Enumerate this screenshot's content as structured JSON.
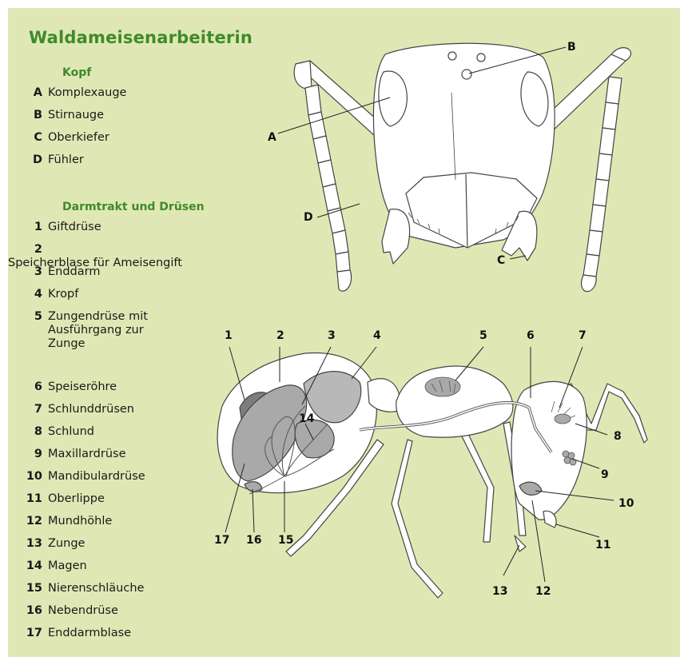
{
  "title": "Waldameisenarbeiterin",
  "head_section": {
    "heading": "Kopf",
    "items": [
      {
        "key": "A",
        "text": "Komplexauge"
      },
      {
        "key": "B",
        "text": "Stirnauge"
      },
      {
        "key": "C",
        "text": "Oberkiefer"
      },
      {
        "key": "D",
        "text": "Fühler"
      }
    ]
  },
  "gut_section": {
    "heading": "Darmtrakt und Drüsen",
    "items": [
      {
        "key": "1",
        "text": "Giftdrüse"
      },
      {
        "key": "2",
        "text": "Speicherblase für Ameisengift"
      },
      {
        "key": "3",
        "text": "Enddarm"
      },
      {
        "key": "4",
        "text": "Kropf"
      },
      {
        "key": "5",
        "text": "Zungendrüse mit",
        "text2": "Ausführgang zur",
        "text3": "Zunge"
      },
      {
        "key": "6",
        "text": "Speiseröhre"
      },
      {
        "key": "7",
        "text": "Schlunddrüsen"
      },
      {
        "key": "8",
        "text": "Schlund"
      },
      {
        "key": "9",
        "text": "Maxillardrüse"
      },
      {
        "key": "10",
        "text": "Mandibulardrüse"
      },
      {
        "key": "11",
        "text": "Oberlippe"
      },
      {
        "key": "12",
        "text": "Mundhöhle"
      },
      {
        "key": "13",
        "text": "Zunge"
      },
      {
        "key": "14",
        "text": "Magen"
      },
      {
        "key": "15",
        "text": "Nierenschläuche"
      },
      {
        "key": "16",
        "text": "Nebendrüse"
      },
      {
        "key": "17",
        "text": "Enddarmblase"
      }
    ]
  },
  "colors": {
    "background": "#dfe8b4",
    "heading_green": "#3f8a2a",
    "organ_grey": "#a9a9a9",
    "organ_dark": "#7d7d7d"
  }
}
